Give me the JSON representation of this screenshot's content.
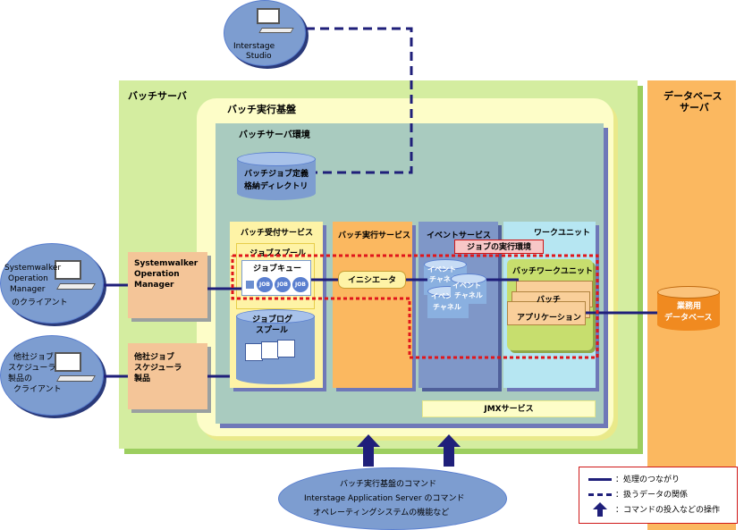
{
  "studio_client": {
    "label_line1": "Interstage",
    "label_line2": "Studio"
  },
  "batch_server": {
    "title": "バッチサーバ"
  },
  "batch_infra": {
    "title": "バッチ実行基盤"
  },
  "batch_env": {
    "title": "バッチサーバ環境"
  },
  "job_def_dir": {
    "line1": "バッチジョブ定義",
    "line2": "格納ディレクトリ"
  },
  "accept_service": {
    "title": "バッチ受付サービス"
  },
  "job_spool": {
    "title": "ジョブスプール"
  },
  "job_queue": {
    "title": "ジョブキュー",
    "job_labels": [
      "JOB",
      "JOB",
      "JOB"
    ]
  },
  "job_log_spool": {
    "line1": "ジョブログ",
    "line2": "スプール"
  },
  "exec_service": {
    "title": "バッチ実行サービス"
  },
  "initiator": {
    "label": "イニシエータ"
  },
  "event_service": {
    "title": "イベントサービス"
  },
  "event_channel_back": {
    "line1": "イベント",
    "line2": "チャネル"
  },
  "event_channel_mid": {
    "line1": "イベント",
    "line2": "チャネル"
  },
  "event_channel_front": {
    "line1": "イベント",
    "line2": "チャネル"
  },
  "work_unit": {
    "title": "ワークユニット"
  },
  "job_exec_env": {
    "label": "ジョブの実行環境"
  },
  "batch_work_unit": {
    "title": "バッチワークユニット"
  },
  "batch_app": {
    "line1": "バッチ",
    "line2": "アプリケーション"
  },
  "jmx": {
    "label": "JMXサービス"
  },
  "systemwalker": {
    "line1": "Systemwalker",
    "line2": "Operation",
    "line3": "Manager"
  },
  "systemwalker_client": {
    "lines": [
      "Systemwalker",
      "Operation",
      "Manager",
      "のクライアント"
    ]
  },
  "other_scheduler": {
    "line1": "他社ジョブ",
    "line2": "スケジューラ",
    "line3": "製品"
  },
  "other_scheduler_client": {
    "lines": [
      "他社ジョブ",
      "スケジューラ",
      "製品の",
      "クライアント"
    ]
  },
  "db_server": {
    "line1": "データベース",
    "line2": "サーバ"
  },
  "business_db": {
    "line1": "業務用",
    "line2": "データベース"
  },
  "commands": {
    "line1": "バッチ実行基盤のコマンド",
    "line2": "Interstage Application Server のコマンド",
    "line3": "オペレーティングシステムの機能など"
  },
  "legend": {
    "items": [
      {
        "label": "：処理のつながり"
      },
      {
        "label": "：扱うデータの関係"
      },
      {
        "label": "：コマンドの投入などの操作"
      }
    ]
  },
  "colors": {
    "batch_server_green": "#d4eda0",
    "batch_infra_yellow": "#fdfdc8",
    "env_teal": "#a9cbbf",
    "db_server_orange": "#fbb860",
    "service_yellow": "#fef3a6",
    "exec_orange": "#fbb860",
    "event_blue": "#7f97c8",
    "work_unit_cyan": "#b6e6f2",
    "client_blue": "#7d9dd0",
    "line_navy": "#1f1f7a",
    "dashed_red": "#e0161b"
  }
}
